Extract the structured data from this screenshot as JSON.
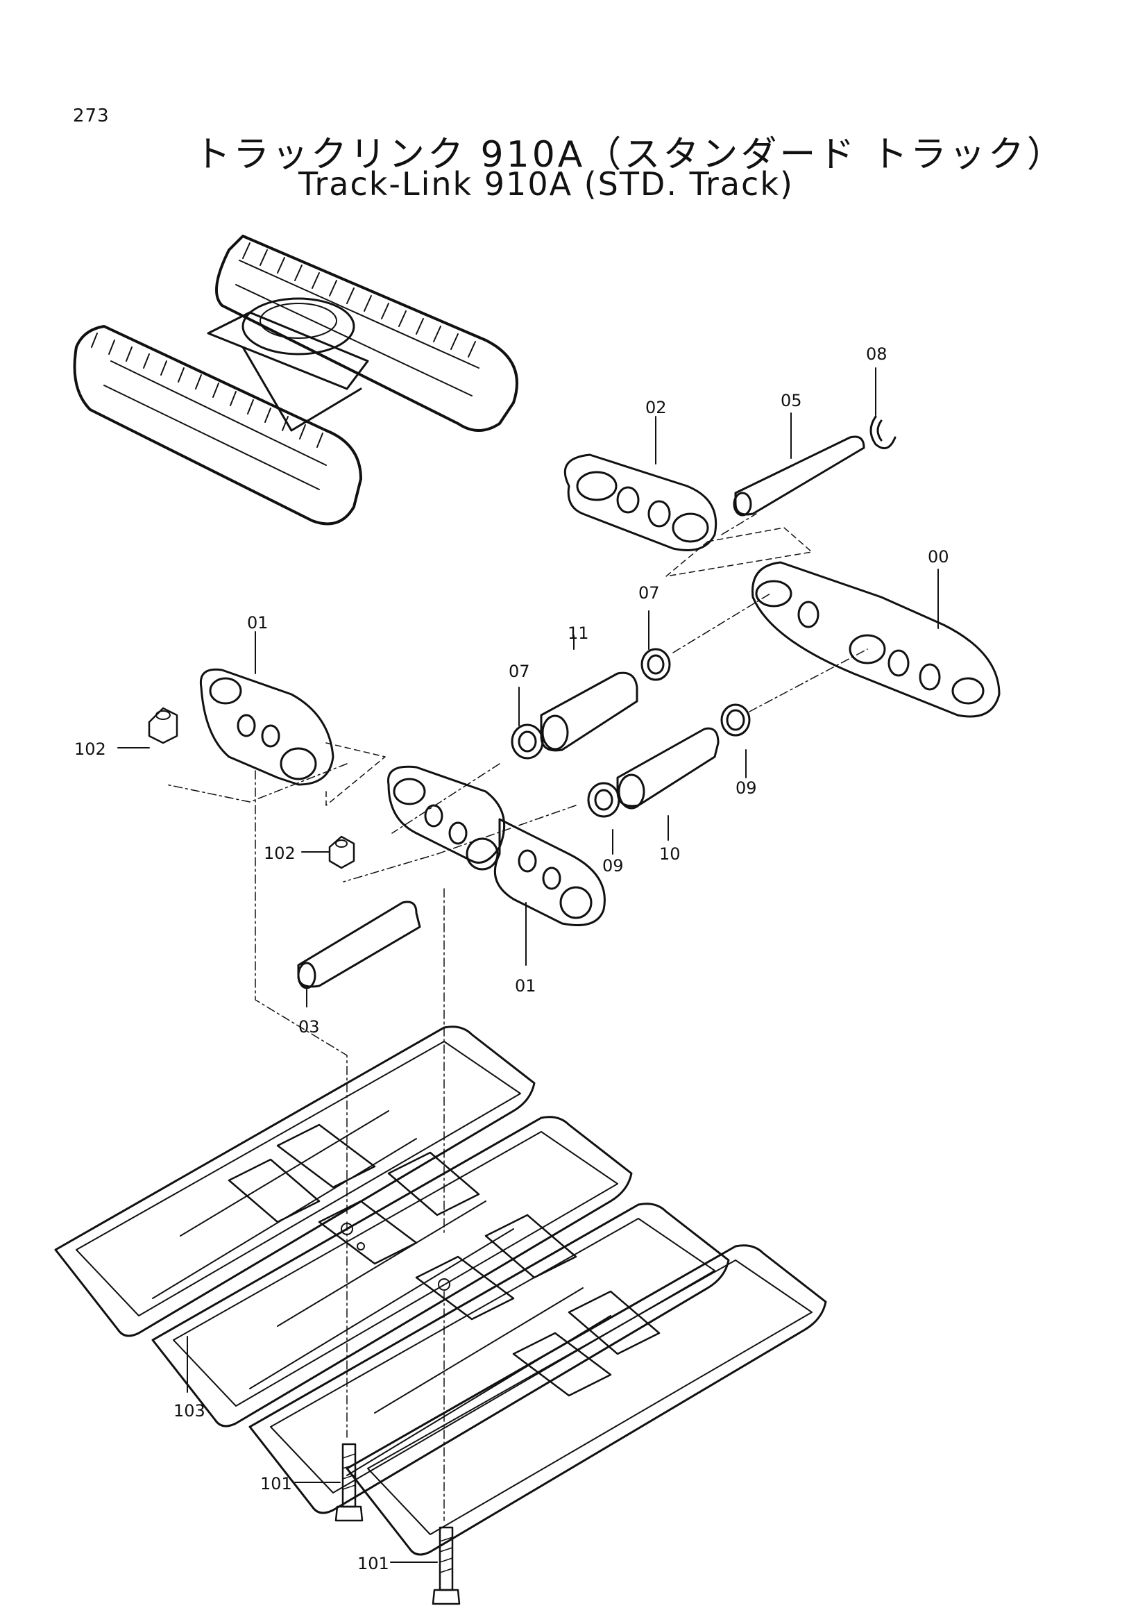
{
  "page_number": "273",
  "title_jp": "トラックリンク 910A（スタンダード トラック）",
  "title_en": "Track-Link 910A (STD. Track)",
  "labels": {
    "l00": "00",
    "l01a": "01",
    "l01b": "01",
    "l02": "02",
    "l03": "03",
    "l05": "05",
    "l07a": "07",
    "l07b": "07",
    "l08": "08",
    "l09a": "09",
    "l09b": "09",
    "l10": "10",
    "l11": "11",
    "l101a": "101",
    "l101b": "101",
    "l102a": "102",
    "l102b": "102",
    "l103": "103"
  }
}
